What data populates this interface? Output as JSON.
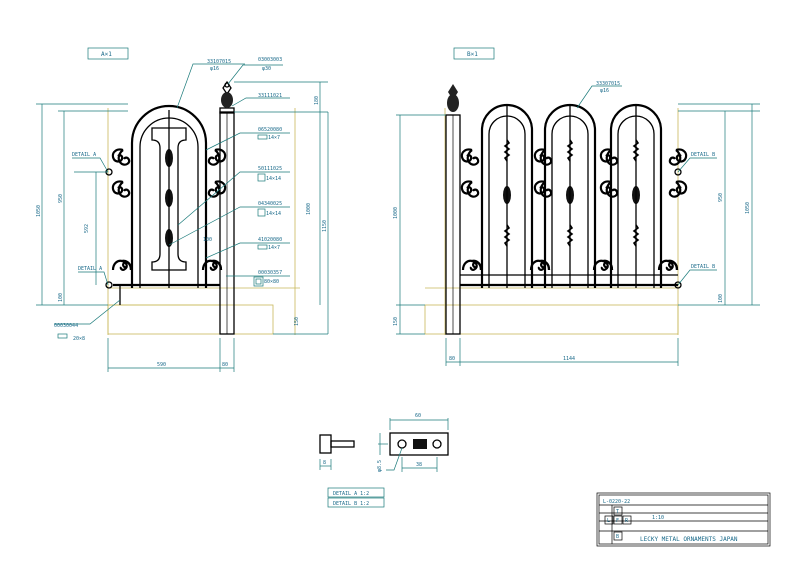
{
  "views": {
    "a": {
      "title": "A×1",
      "parts": [
        {
          "code": "33107015",
          "spec": "φ16"
        },
        {
          "code": "03003003",
          "spec": "φ30"
        },
        {
          "code": "33111021",
          "spec": ""
        },
        {
          "code": "06520080",
          "spec": "14×7"
        },
        {
          "code": "50111025",
          "spec": "14×14"
        },
        {
          "code": "04340025",
          "spec": "14×14"
        },
        {
          "code": "41020080",
          "spec": "14×7"
        },
        {
          "code": "00030357",
          "spec": "80×80"
        },
        {
          "code": "00030044",
          "spec": "20×8"
        }
      ],
      "details": [
        "DETAIL A",
        "DETAIL A"
      ],
      "dims": {
        "d1050": "1050",
        "d950": "950",
        "d592": "592",
        "d100": "100",
        "d180": "180",
        "d1000": "1000",
        "d1150": "1150",
        "d150": "150",
        "d100b": "100",
        "d590": "590",
        "d80": "80"
      }
    },
    "b": {
      "title": "B×1",
      "parts": [
        {
          "code": "33307015",
          "spec": "φ16"
        }
      ],
      "details": [
        "DETAIL B",
        "DETAIL B"
      ],
      "dims": {
        "d1000": "1000",
        "d150": "150",
        "d950": "950",
        "d1050": "1050",
        "d100": "100",
        "d80": "80",
        "d1144": "1144"
      }
    }
  },
  "detail": {
    "dims": {
      "d60": "60",
      "d8": "8",
      "d38": "38",
      "dphi": "φ8.5"
    },
    "labels": [
      "DETAIL A 1:2",
      "DETAIL B 1:2"
    ]
  },
  "title_block": {
    "drawing_no": "L-0220-22",
    "company": "LECKY METAL ORNAMENTS JAPAN",
    "scale_text": "1:10",
    "marks": [
      "T",
      "L",
      "F",
      "R",
      "B"
    ]
  }
}
